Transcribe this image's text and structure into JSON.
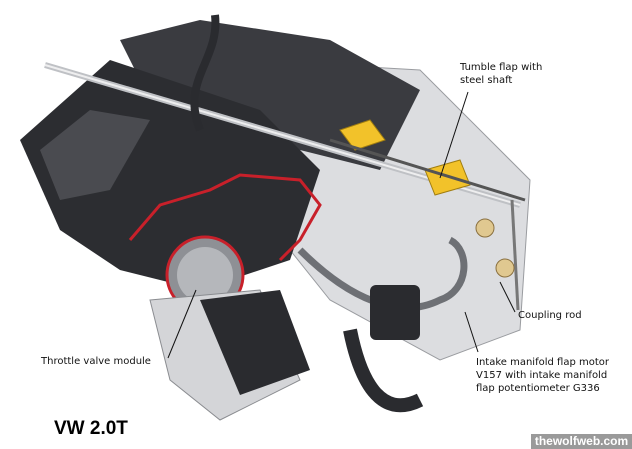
{
  "title": "VW 2.0T",
  "watermark": "thewolfweb.com",
  "labels": {
    "tumble_flap": [
      "Tumble flap with",
      "steel shaft"
    ],
    "coupling_rod": "Coupling rod",
    "flap_motor": [
      "Intake manifold flap motor",
      "V157 with intake manifold",
      "flap potentiometer G336"
    ],
    "throttle": "Throttle valve module"
  },
  "colors": {
    "accent_red": "#c8202a",
    "flap_yellow": "#f2c22a",
    "body_dark": "#2e2f33",
    "body_light": "#d8d9dc"
  }
}
